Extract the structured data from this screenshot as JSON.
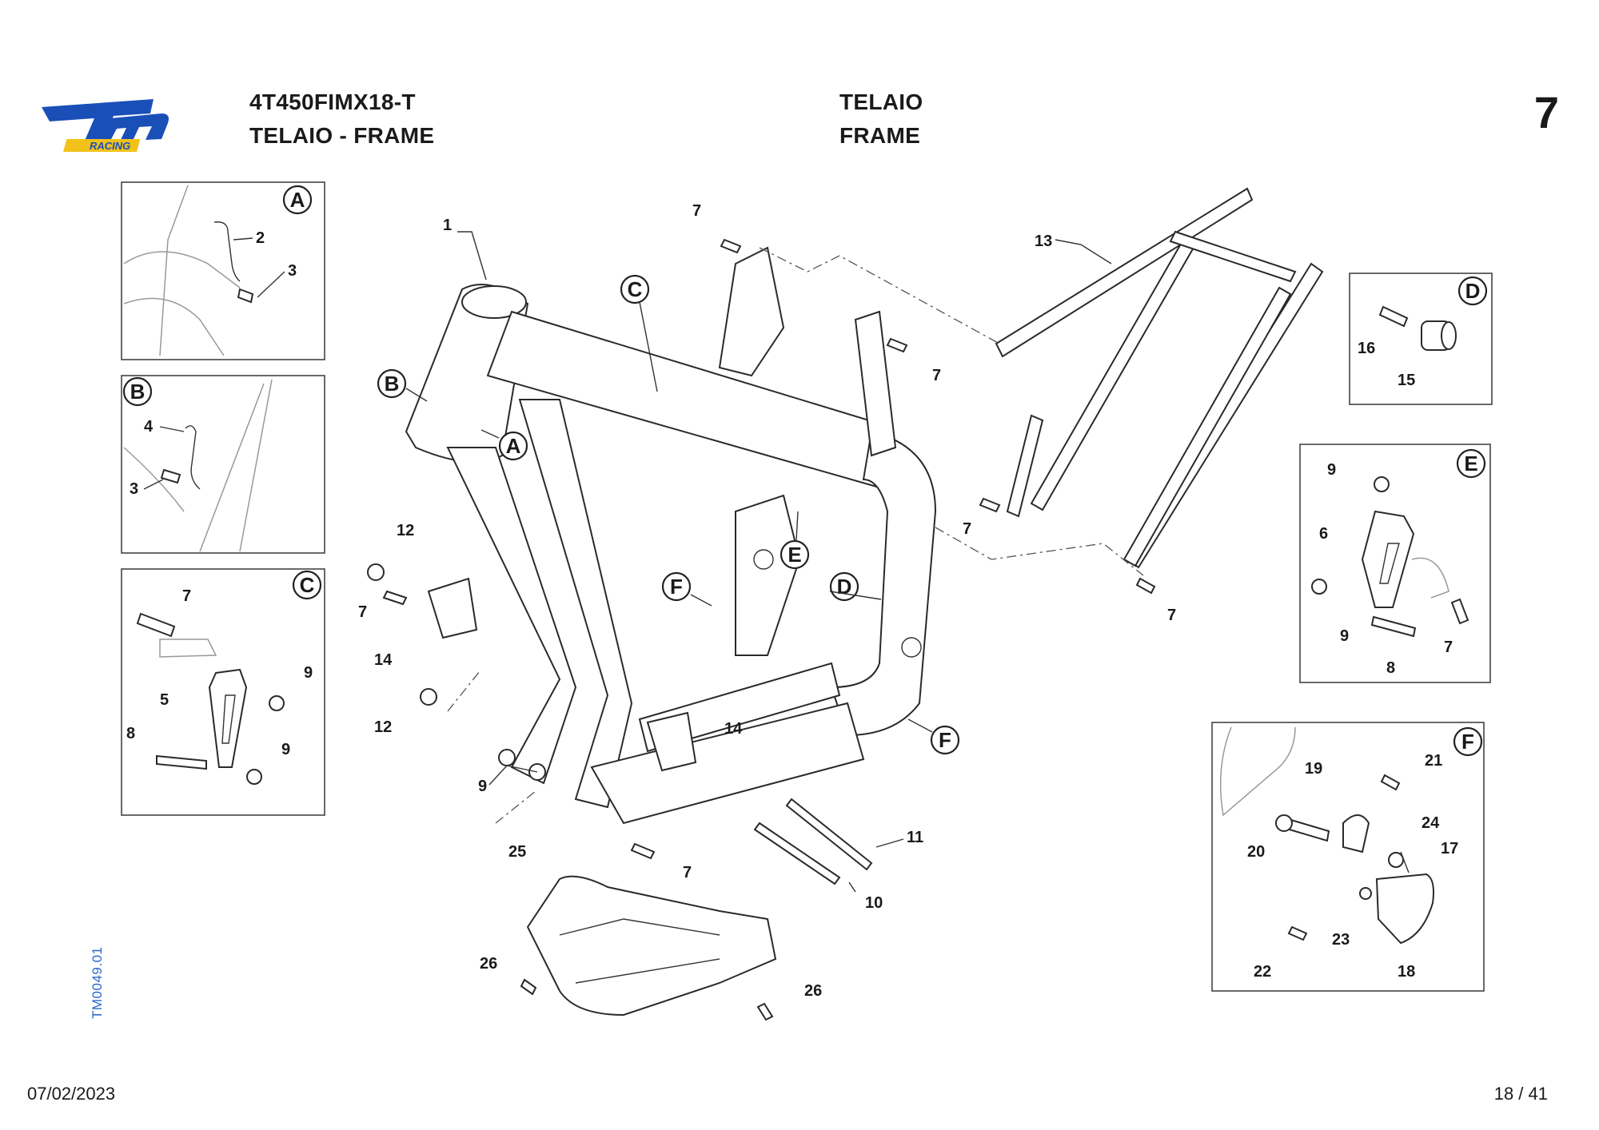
{
  "header": {
    "code": "4T450FIMX18-T",
    "subtitle": "TELAIO - FRAME",
    "section_it": "TELAIO",
    "section_en": "FRAME",
    "section_number": "7"
  },
  "logo": {
    "main": "tm",
    "sub": "RACING"
  },
  "doc_id": "TM0049.01",
  "footer": {
    "date": "07/02/2023",
    "page": "18 / 41"
  },
  "detail_boxes": [
    "A",
    "B",
    "C",
    "D",
    "E",
    "F"
  ],
  "callouts": [
    "1",
    "2",
    "3",
    "4",
    "5",
    "6",
    "7",
    "8",
    "9",
    "10",
    "11",
    "12",
    "13",
    "14",
    "15",
    "16",
    "17",
    "18",
    "19",
    "20",
    "21",
    "22",
    "23",
    "24",
    "25",
    "26"
  ],
  "colors": {
    "logo_blue": "#1a4fb8",
    "logo_yellow": "#f2c21b",
    "doc_id_blue": "#2a67c9"
  }
}
